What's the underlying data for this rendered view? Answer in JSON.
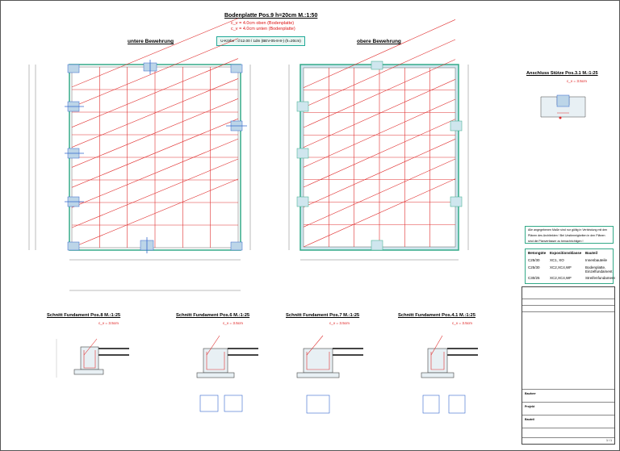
{
  "sheet": {
    "title": "Bodenplatte Pos.9 h=20cm  M.:1:50",
    "cover_top": "c_v = 4.0cm oben (Bodenplatte)",
    "cover_bottom": "c_v = 4.0cm unten (Bodenplatte)",
    "badge": "U-Körbe : ∅12.00 / 1dm (BEV-05-8-8-)  (h=20cm)",
    "left_plan_title": "untere Bewehrung",
    "right_plan_title": "obere Bewehrung",
    "detail_title": "Anschluss Stütze Pos.3.1  M.:1:25",
    "detail_cover": "c_v = 3.5cm",
    "note": "Alle angegebenen Maße sind nur gültig in Verbindung mit den Plänen des Architekten ! Bei Unstimmigkeiten in den Plänen sind die Planverfasser zu benachrichtigen !",
    "section_titles": [
      "Schnitt Fundament Pos.8  M.:1:25",
      "Schnitt Fundament Pos.6  M.:1:25",
      "Schnitt Fundament Pos.7  M.:1:25",
      "Schnitt Fundament Pos.4.1  M.:1:25"
    ],
    "section_cover": "c_v = 3.5cm"
  },
  "concrete_table": {
    "headers": [
      "Betongüte",
      "Expositionsklasse",
      "Bauteil"
    ],
    "rows": [
      [
        "C25/30",
        "XC1, XO",
        "Innenbauteile"
      ],
      [
        "C25/30",
        "XC2,XC4,WF",
        "Bodenplatte, Einzelfundament"
      ],
      [
        "C30/25",
        "XC2,XC4,WF",
        "Streifenfundament"
      ]
    ]
  },
  "title_block": {
    "labels": [
      "Bauherr",
      "Projekt",
      "Bauteil"
    ],
    "sheet_no": "1 / 1"
  },
  "colors": {
    "rebar": "#e03030",
    "blue_rebar": "#3366cc",
    "concrete_fill": "#bcd5e8",
    "frame": "#2a8a6a"
  }
}
